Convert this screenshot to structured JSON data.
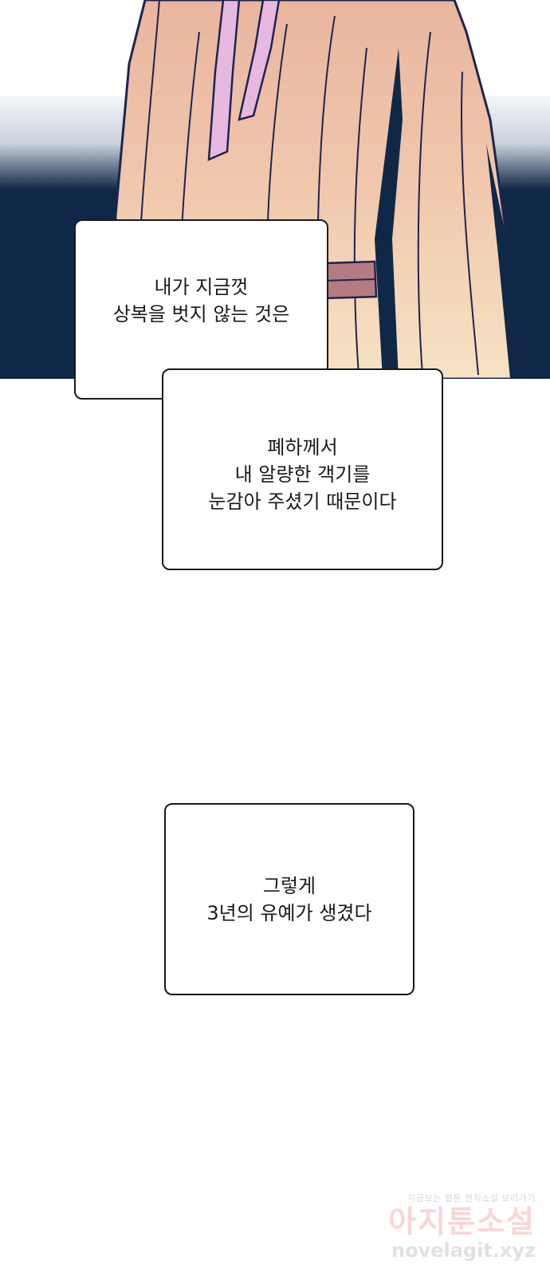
{
  "panel": {
    "description_icon": "robed-figure-illustration",
    "colors": {
      "night": "#0f2847",
      "robe_light": "#f5dcc0",
      "robe_shadow": "#e9b59f",
      "collar": "#e6b8e0",
      "belt": "#b47c82",
      "outline": "#1e2350"
    }
  },
  "bubbles": [
    {
      "lines": [
        "내가 지금껏",
        "상복을 벗지 않는 것은"
      ]
    },
    {
      "lines": [
        "폐하께서",
        "내 알량한 객기를",
        "눈감아 주셨기 때문이다"
      ]
    },
    {
      "lines": [
        "그렇게",
        "3년의 유예가 생겼다"
      ]
    }
  ],
  "watermark": {
    "tagline": "지금보는 웹툰 현직소설 보러가기",
    "logo": "아지툰소설",
    "url": "novelagit.xyz"
  }
}
